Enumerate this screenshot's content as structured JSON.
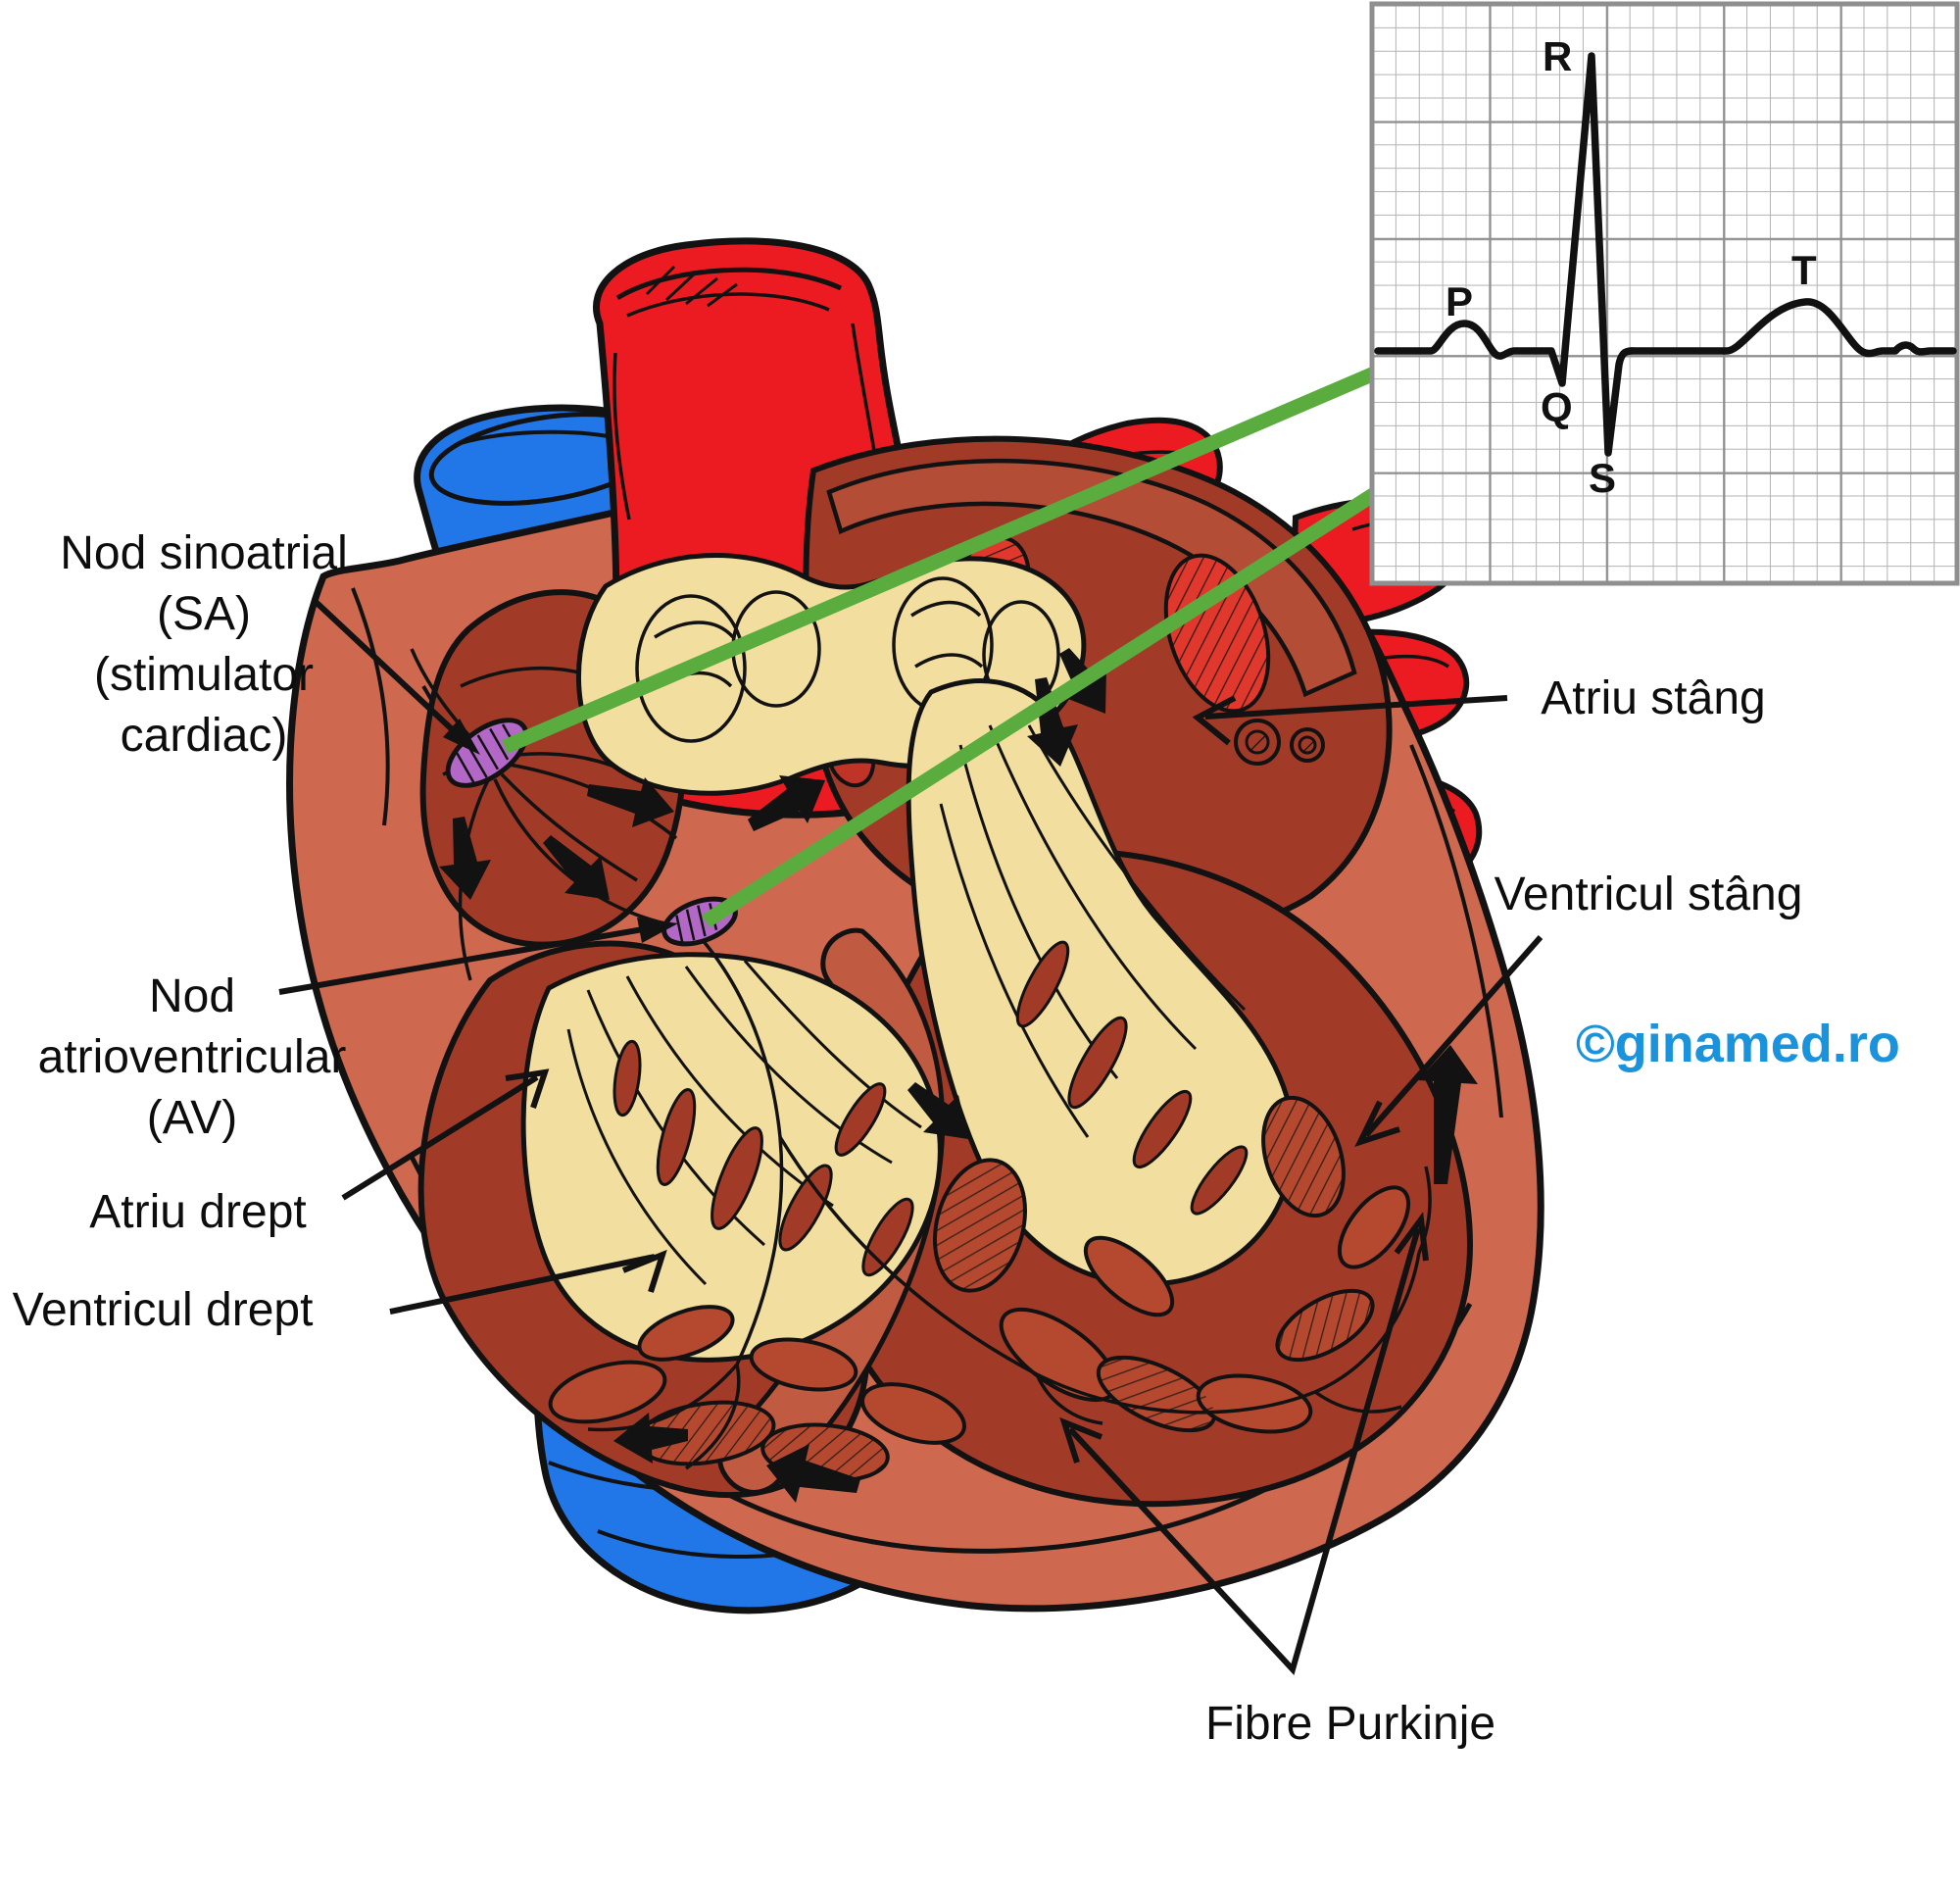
{
  "diagram": {
    "subject": "heart-conduction-system",
    "labels": {
      "sa_node": "Nod sinoatrial\n(SA)\n(stimulator\ncardiac)",
      "av_node": "Nod\natrioventricular\n(AV)",
      "right_atrium": "Atriu drept",
      "right_ventricle": "Ventricul drept",
      "left_atrium": "Atriu stâng",
      "left_ventricle": "Ventricul stâng",
      "purkinje_fibers": "Fibre Purkinje"
    },
    "ecg": {
      "p": "P",
      "q": "Q",
      "r": "R",
      "s": "S",
      "t": "T"
    },
    "watermark": {
      "text": "©ginamed.ro",
      "color": "#1B93DC"
    },
    "colors": {
      "artery_red": "#EC1B21",
      "vein_blue": "#2277E8",
      "myocardium_salmon": "#CE6950",
      "chamber_dark": "#A23A28",
      "valve_cream": "#F2DF9F",
      "node_purple": "#B368C8",
      "annotation_green": "#5AAC3E",
      "outline_black": "#121212"
    }
  }
}
